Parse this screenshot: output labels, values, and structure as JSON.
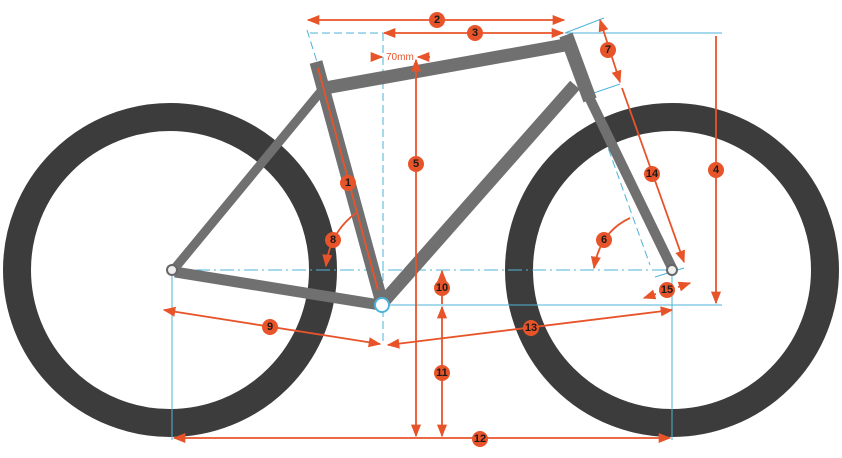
{
  "diagram": {
    "markers": [
      "1",
      "2",
      "3",
      "4",
      "5",
      "6",
      "7",
      "8",
      "9",
      "10",
      "11",
      "12",
      "13",
      "14",
      "15"
    ],
    "offset_label": "70mm",
    "colors": {
      "dimension": "#e8542a",
      "reference": "#4fb3d9",
      "frame": "#707070",
      "tire": "#3c3c3c"
    }
  }
}
